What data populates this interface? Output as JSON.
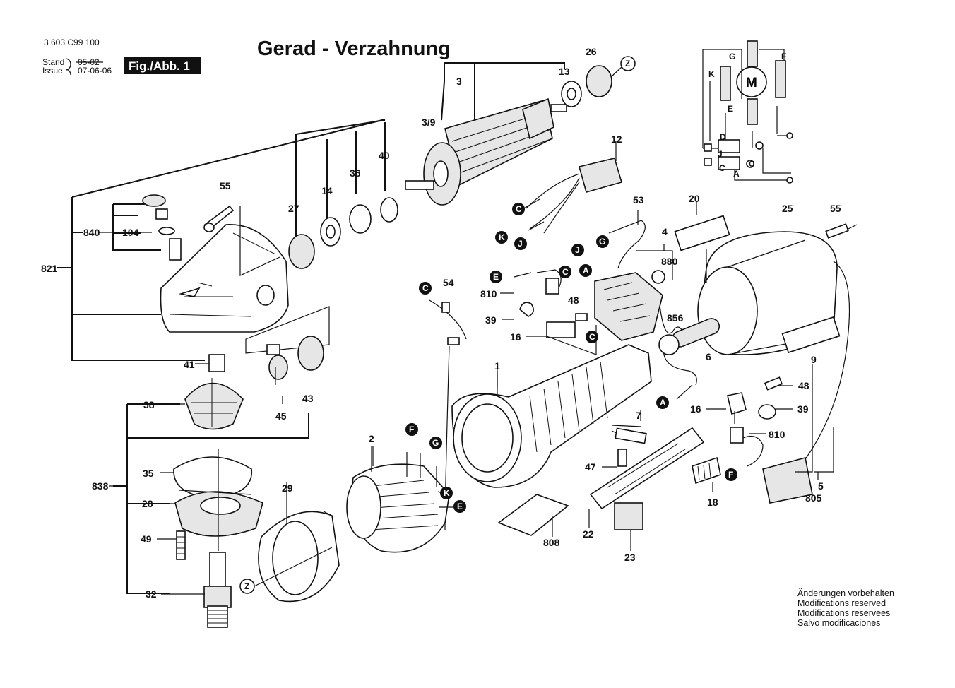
{
  "header": {
    "doc_number": "3 603 C99 100",
    "stand_label": "Stand",
    "stand_date_struck": "05-02",
    "issue_label": "Issue",
    "issue_date": "07-06-06",
    "fig_label": "Fig./Abb. 1",
    "title": "Gerad - Verzahnung"
  },
  "part_numbers": [
    "3",
    "3/9",
    "13",
    "26",
    "12",
    "53",
    "4",
    "880",
    "20",
    "25",
    "55",
    "55",
    "40",
    "36",
    "14",
    "27",
    "840",
    "104",
    "821",
    "810",
    "39",
    "16",
    "48",
    "856",
    "6",
    "9",
    "54",
    "1",
    "7",
    "47",
    "48",
    "16",
    "39",
    "810",
    "41",
    "45",
    "43",
    "38",
    "838",
    "35",
    "28",
    "49",
    "32",
    "2",
    "29",
    "808",
    "22",
    "23",
    "18",
    "5",
    "805"
  ],
  "connection_markers": [
    "C",
    "K",
    "J",
    "G",
    "J",
    "C",
    "A",
    "E",
    "C",
    "C",
    "A",
    "F",
    "G",
    "K",
    "E",
    "F",
    "Z",
    "Z"
  ],
  "wiring_diagram": {
    "motor_label": "M",
    "terminal_labels": [
      "G",
      "F",
      "K",
      "E",
      "D",
      "J",
      "C",
      "A",
      "C"
    ]
  },
  "notes": [
    "Änderungen vorbehalten",
    "Modifications reserved",
    "Modifications reservees",
    "Salvo modificaciones"
  ]
}
